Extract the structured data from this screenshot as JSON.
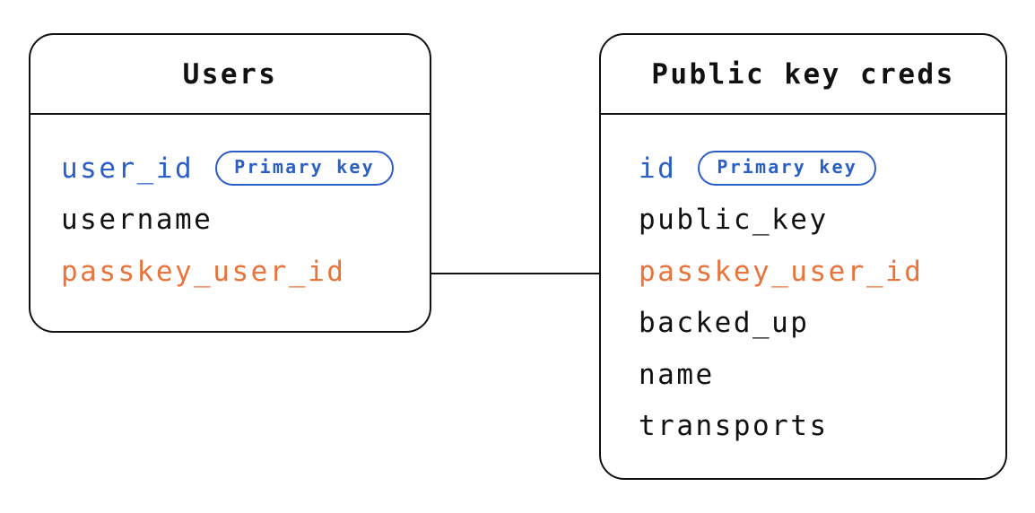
{
  "colors": {
    "primary_key_blue": "#2b5ec6",
    "relation_orange": "#e8743c",
    "ink": "#111111",
    "background": "#ffffff"
  },
  "tables": [
    {
      "name": "Users",
      "fields": [
        {
          "name": "user_id",
          "role": "primary-key",
          "badge": "Primary key"
        },
        {
          "name": "username",
          "role": "normal"
        },
        {
          "name": "passkey_user_id",
          "role": "relation"
        }
      ]
    },
    {
      "name": "Public key creds",
      "fields": [
        {
          "name": "id",
          "role": "primary-key",
          "badge": "Primary key"
        },
        {
          "name": "public_key",
          "role": "normal"
        },
        {
          "name": "passkey_user_id",
          "role": "relation"
        },
        {
          "name": "backed_up",
          "role": "normal"
        },
        {
          "name": "name",
          "role": "normal"
        },
        {
          "name": "transports",
          "role": "normal"
        }
      ]
    }
  ],
  "relation": {
    "from_table": "Users",
    "from_field": "passkey_user_id",
    "to_table": "Public key creds",
    "to_field": "passkey_user_id"
  }
}
